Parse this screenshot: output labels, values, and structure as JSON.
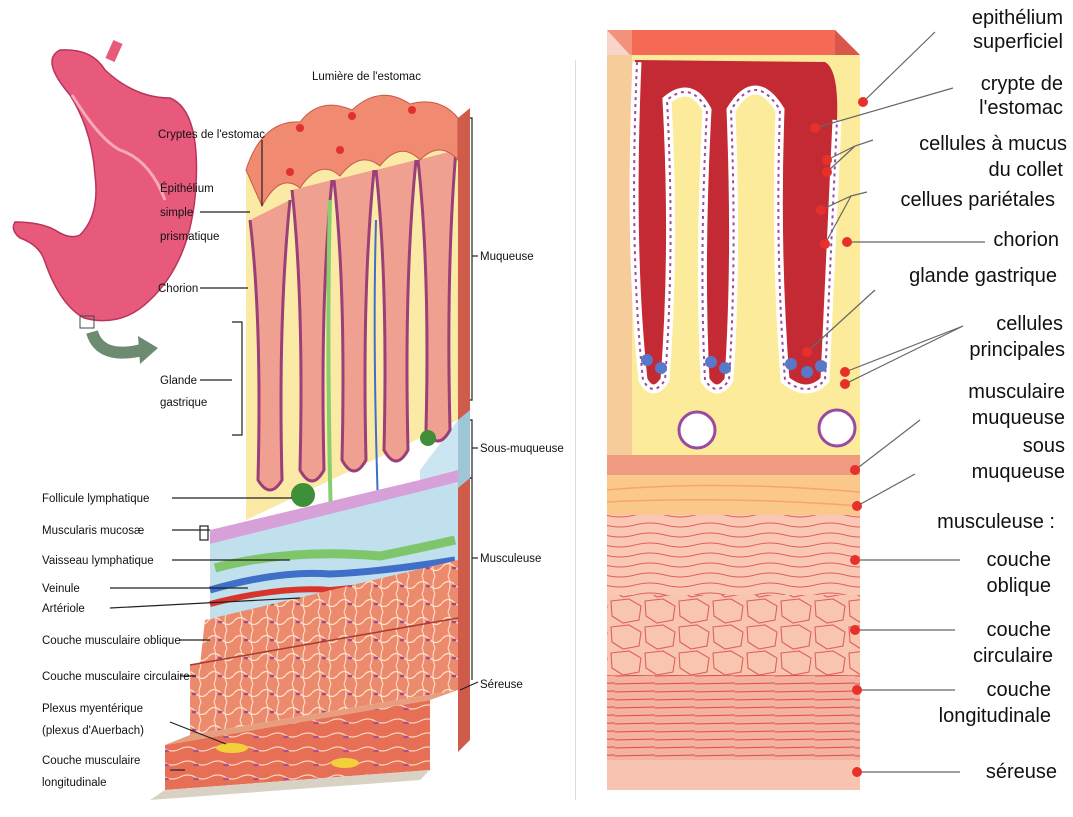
{
  "left": {
    "title": "Lumière de l'estomac",
    "labels": {
      "cryptes": "Cryptes de l'estomac",
      "epith1": "Épithélium",
      "epith2": "simple",
      "epith3": "prismatique",
      "chorion": "Chorion",
      "glande1": "Glande",
      "glande2": "gastrique",
      "follicule": "Follicule lymphatique",
      "muscularis": "Muscularis mucosæ",
      "vaisseau": "Vaisseau lymphatique",
      "veinule": "Veinule",
      "arteriole": "Artériole",
      "oblique": "Couche musculaire oblique",
      "circulaire": "Couche musculaire circulaire",
      "plexus1": "Plexus myentérique",
      "plexus2": "(plexus d'Auerbach)",
      "longit1": "Couche musculaire",
      "longit2": "longitudinale",
      "muqueuse": "Muqueuse",
      "sousmuqueuse": "Sous-muqueuse",
      "musculeuse": "Musculeuse",
      "sereuse": "Séreuse"
    }
  },
  "right": {
    "labels": {
      "epith1": "epithélium",
      "epith2": "superficiel",
      "crypte1": "crypte de",
      "crypte2": "l'estomac",
      "mucus1": "cellules à mucus",
      "mucus2": "du collet",
      "parietales": "cellues pariétales",
      "chorion": "chorion",
      "glande": "glande gastrique",
      "princ1": "cellules",
      "princ2": "principales",
      "musc1": "musculaire",
      "musc2": "muqueuse",
      "sous1": "sous",
      "sous2": "muqueuse",
      "musculeuse": "musculeuse :",
      "obl1": "couche",
      "obl2": "oblique",
      "circ1": "couche",
      "circ2": "circulaire",
      "long1": "couche",
      "long2": "longitudinale",
      "sereuse": "séreuse"
    }
  },
  "colors": {
    "mucosa": "#f4a58a",
    "muscle": "#e9785d",
    "submucosa": "#bfe0ec",
    "lymph": "#7fc66b",
    "vein": "#3f6fc9",
    "artery": "#d9342b",
    "leaderDot": "#e8302a",
    "chorion": "#fbeb9a"
  }
}
